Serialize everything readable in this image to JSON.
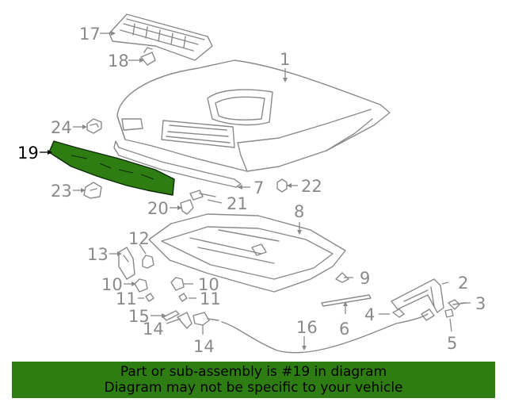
{
  "highlight": {
    "part_number": "19",
    "color": "#2e7d12"
  },
  "callouts": {
    "c17": "17",
    "c18": "18",
    "c1": "1",
    "c24": "24",
    "c19": "19",
    "c7": "7",
    "c22": "22",
    "c23": "23",
    "c20": "20",
    "c21": "21",
    "c8": "8",
    "c12": "12",
    "c13": "13",
    "c10a": "10",
    "c10b": "10",
    "c9": "9",
    "c11a": "11",
    "c11b": "11",
    "c2": "2",
    "c3": "3",
    "c4": "4",
    "c15": "15",
    "c16": "16",
    "c6": "6",
    "c14a": "14",
    "c14b": "14",
    "c5": "5"
  },
  "banner": {
    "line1": "Part or sub-assembly is #19 in diagram",
    "line2": "Diagram may not be specific to your vehicle"
  }
}
